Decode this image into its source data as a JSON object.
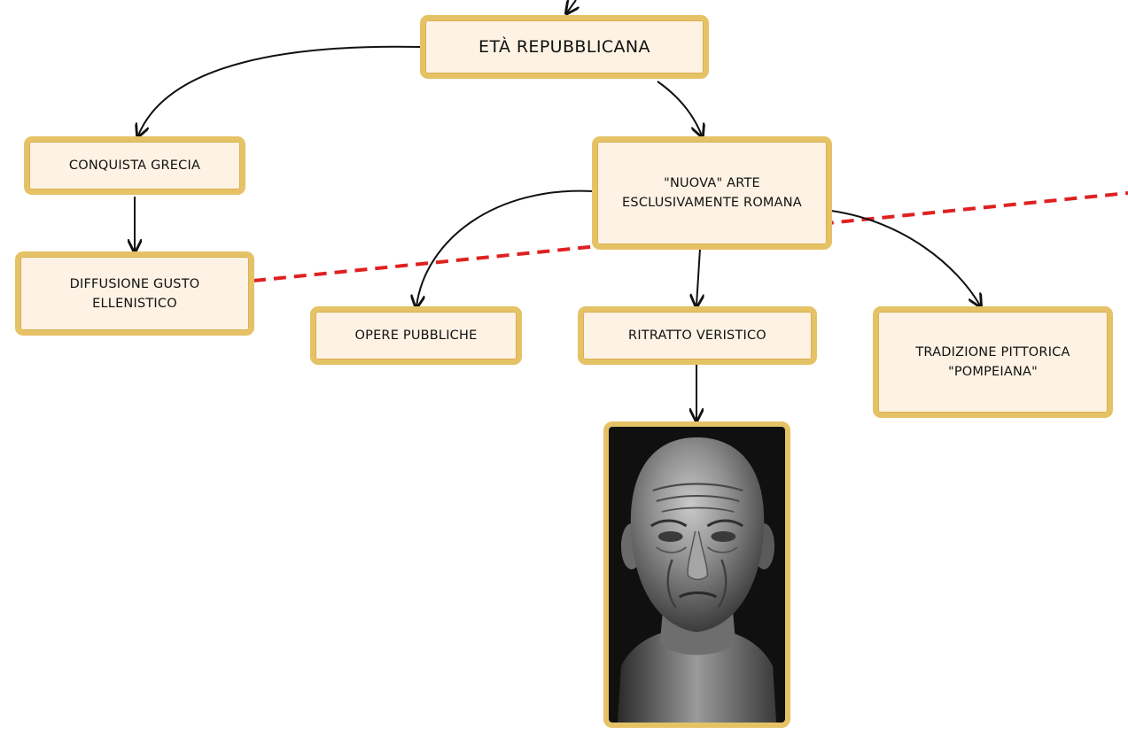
{
  "nodes": {
    "eta_repubblicana": "ETÀ REPUBBLICANA",
    "conquista_grecia": "CONQUISTA GRECIA",
    "diffusione_gusto": [
      "DIFFUSIONE GUSTO",
      "ELLENISTICO"
    ],
    "nuova_arte": [
      "\"NUOVA\" ARTE",
      "ESCLUSIVAMENTE ROMANA"
    ],
    "opere_pubbliche": "OPERE PUBBLICHE",
    "ritratto_veristico": "RITRATTO VERISTICO",
    "tradizione_pittorica": [
      "TRADIZIONE PITTORICA",
      "\"POMPEIANA\""
    ]
  },
  "colors": {
    "node_fill": "#fdf2e3",
    "node_border": "#e6c266",
    "arrow": "#111111",
    "dashed_line": "#e02020"
  },
  "image": {
    "subject": "veristic portrait bust of an old Roman man (black and white photo)"
  }
}
